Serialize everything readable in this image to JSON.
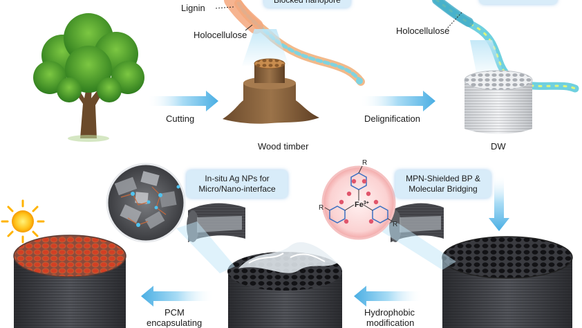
{
  "labels": {
    "lignin": "Lignin",
    "blocked_nanopore": "Blocked nanopore",
    "holocellulose_left": "Holocellulose",
    "holocellulose_right": "Holocellulose",
    "cutting": "Cutting",
    "delignification": "Delignification",
    "wood_timber": "Wood timber",
    "dw": "DW",
    "pcm_line1": "PCM",
    "pcm_line2": "encapsulating",
    "hydrophobic_line1": "Hydrophobic",
    "hydrophobic_line2": "modification"
  },
  "boxes": {
    "ag_line1": "In-situ Ag NPs for",
    "ag_line2": "Micro/Nano-interface",
    "mpn_line1": "MPN-Shielded BP &",
    "mpn_line2": "Molecular Bridging"
  },
  "molecule": {
    "center": "Fe",
    "center_sup": "3+",
    "r_top": "R",
    "r_left": "R",
    "r_right": "R"
  },
  "colors": {
    "arrow": "#5bb8e8",
    "wood": "#c98d4f",
    "dark_wood": "#3a3b40",
    "heat": "#e8412b",
    "callout_bg": "#d8ecf9"
  }
}
